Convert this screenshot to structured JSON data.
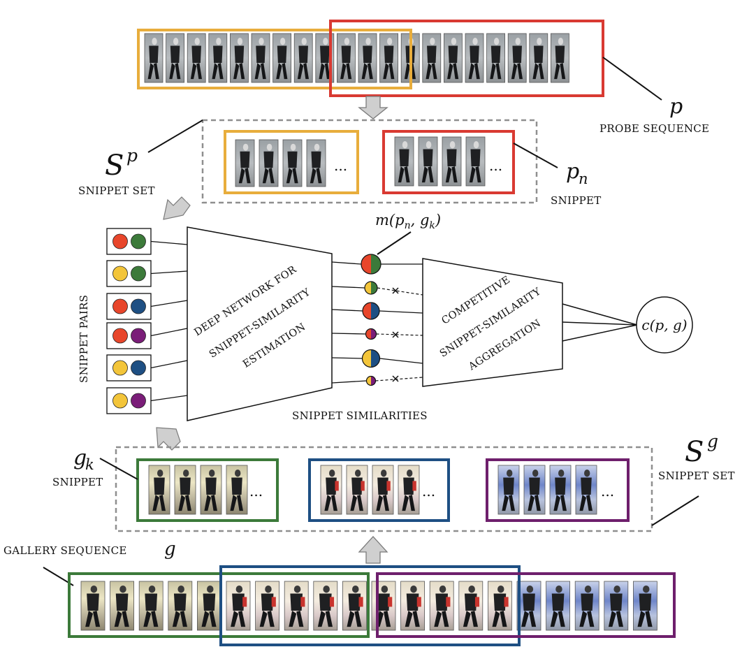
{
  "colors": {
    "orange": "#E8AD3C",
    "red": "#D93A32",
    "green": "#3C7A3A",
    "blue": "#1E4F83",
    "purple": "#6E1F6C",
    "dot_red": "#E8462B",
    "dot_yellow": "#F3C53A",
    "dot_green": "#3C7A3A",
    "dot_blue": "#1E4F83",
    "dot_purple": "#7A1D78",
    "gray_arrow": "#c9c9c9",
    "dashed_box": "#8f8f8f"
  },
  "labels": {
    "probe_symbol": "p",
    "probe_caption": "PROBE SEQUENCE",
    "snippet_set_p_symbol": "S",
    "snippet_set_p_sup": "p",
    "snippet_set_caption": "SNIPPET SET",
    "pn_symbol": "p",
    "pn_sub": "n",
    "snippet_caption": "SNIPPET",
    "m_label": "m(p",
    "m_sub_n": "n",
    "m_mid": ", g",
    "m_sub_k": "k",
    "m_end": ")",
    "snippet_pairs": "SNIPPET PAIRS",
    "deep_net_line1": "DEEP NETWORK FOR",
    "deep_net_line2": "SNIPPET-SIMILARITY",
    "deep_net_line3": "ESTIMATION",
    "comp_line1": "COMPETITIVE",
    "comp_line2": "SNIPPET-SIMILARITY",
    "comp_line3": "AGGREGATION",
    "c_label": "c(p, g)",
    "snippet_similarities": "SNIPPET SIMILARITIES",
    "sg_symbol": "S",
    "sg_sup": "g",
    "sg_caption": "SNIPPET SET",
    "gk_symbol": "g",
    "gk_sub": "k",
    "gk_caption": "SNIPPET",
    "gallery_caption": "GALLERY SEQUENCE",
    "gallery_symbol": "g",
    "ellipsis": "..."
  }
}
